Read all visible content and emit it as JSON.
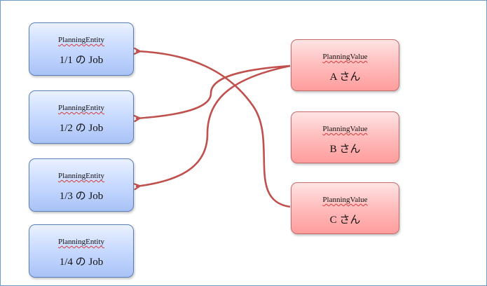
{
  "entities": [
    {
      "kind": "PlanningEntity",
      "label": "1/1 の Job"
    },
    {
      "kind": "PlanningEntity",
      "label": "1/2 の Job"
    },
    {
      "kind": "PlanningEntity",
      "label": "1/3 の Job"
    },
    {
      "kind": "PlanningEntity",
      "label": "1/4 の Job"
    }
  ],
  "values": [
    {
      "kind": "PlanningValue",
      "label": "A さん"
    },
    {
      "kind": "PlanningValue",
      "label": "B さん"
    },
    {
      "kind": "PlanningValue",
      "label": "C さん"
    }
  ],
  "colors": {
    "entity_fill": "#c7d9ff",
    "entity_border": "#5a7fb8",
    "value_fill": "#ffbcbc",
    "value_border": "#c56a6a",
    "arrow": "#c0504d",
    "frame": "#6f9bc6"
  }
}
